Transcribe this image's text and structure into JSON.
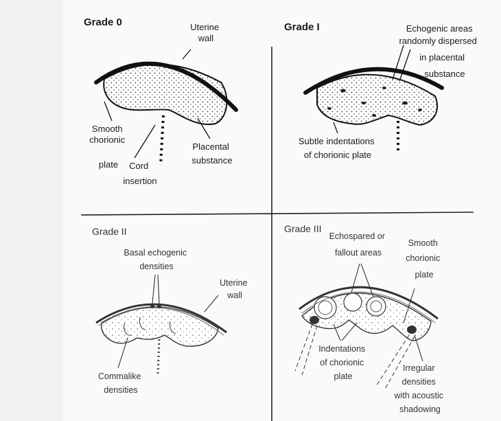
{
  "quadrants": {
    "grade0": {
      "title": "Grade 0",
      "labels": {
        "uterine_wall": [
          "Uterine",
          "wall"
        ],
        "smooth_plate": [
          "Smooth",
          "chorionic",
          "plate"
        ],
        "cord_insertion": [
          "Cord",
          "insertion"
        ],
        "placental_substance": [
          "Placental",
          "substance"
        ]
      }
    },
    "grade1": {
      "title": "Grade I",
      "labels": {
        "echogenic_areas": [
          "Echogenic areas",
          "randomly dispersed",
          "in placental",
          "substance"
        ],
        "subtle_indentations": [
          "Subtle indentations",
          "of chorionic plate"
        ]
      }
    },
    "grade2": {
      "title": "Grade II",
      "labels": {
        "basal_densities": [
          "Basal echogenic",
          "densities"
        ],
        "uterine_wall": [
          "Uterine",
          "wall"
        ],
        "commalike": [
          "Commalike",
          "densities"
        ]
      }
    },
    "grade3": {
      "title": "Grade III",
      "labels": {
        "echospared": [
          "Echospared or",
          "fallout areas"
        ],
        "smooth_plate": [
          "Smooth",
          "chorionic",
          "plate"
        ],
        "indentations": [
          "Indentations",
          "of chorionic",
          "plate"
        ],
        "irregular": [
          "Irregular",
          "densities",
          "with acoustic",
          "shadowing"
        ]
      }
    }
  }
}
